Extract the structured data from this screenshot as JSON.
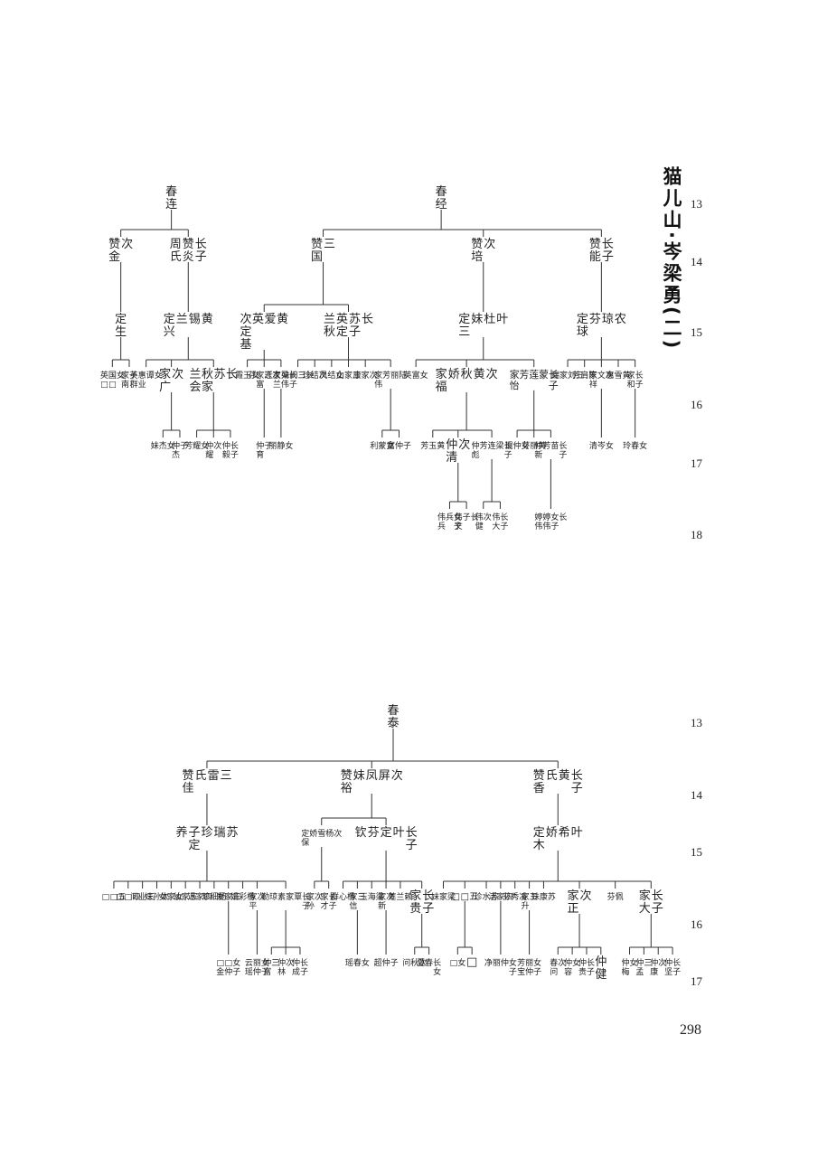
{
  "title": "猫儿山·岑梁勇(二)",
  "page_number": "298",
  "generations": {
    "top": [
      "13",
      "14",
      "15",
      "16",
      "17",
      "18"
    ],
    "bottom": [
      "13",
      "14",
      "15",
      "16",
      "17"
    ]
  },
  "tree_top": [
    {
      "label": "春连",
      "children": [
        {
          "label": "次 赞金",
          "children": [
            {
              "label": "定生",
              "children": [
                {
                  "label": "女 国□ 英□",
                  "children": []
                },
                {
                  "label": "子 家南",
                  "children": []
                }
              ]
            }
          ]
        },
        {
          "label": "长子 赞炎 周氏",
          "children": [
            {
              "label": "黄 锡 兰 定兴",
              "children": [
                {
                  "label": "女 谭 惠业 英群",
                  "children": []
                },
                {
                  "label": "次 家广",
                  "children": [
                    {
                      "label": "女 杰 妹",
                      "children": []
                    },
                    {
                      "label": "子 仲杰",
                      "children": []
                    }
                  ]
                },
                {
                  "label": "长 苏 秋家 兰会",
                  "children": [
                    {
                      "label": "女 耀 芳",
                      "children": []
                    },
                    {
                      "label": "次 仲耀",
                      "children": []
                    },
                    {
                      "label": "长子 仲毅",
                      "children": []
                    }
                  ]
                }
              ]
            }
          ]
        }
      ]
    },
    {
      "label": "春经",
      "children": [
        {
          "label": "三 赞国",
          "children": [
            {
              "label": "黄 爱 英 次定基",
              "children": [
                {
                  "label": "女 玉 霞",
                  "children": []
                },
                {
                  "label": "次 志 家富 芬",
                  "children": [
                    {
                      "label": "子 仲育",
                      "children": []
                    }
                  ]
                },
                {
                  "label": "长子 梁伟 家兰 迁",
                  "children": [
                    {
                      "label": "女 静 丽",
                      "children": []
                    }
                  ]
                }
              ]
            },
            {
              "label": "长 苏子 英定 兰秋",
              "children": [
                {
                  "label": "长 三 问 妹",
                  "children": []
                },
                {
                  "label": "次 结 珍",
                  "children": []
                },
                {
                  "label": "女 结 凤",
                  "children": []
                },
                {
                  "label": "三 家 山",
                  "children": []
                },
                {
                  "label": "次 家 康",
                  "children": []
                },
                {
                  "label": "陆 丽 芳 家伟",
                  "children": [
                    {
                      "label": "女 蒙 利",
                      "children": []
                    },
                    {
                      "label": "子 仲 富",
                      "children": []
                    }
                  ]
                }
              ]
            }
          ]
        },
        {
          "label": "次 赞培",
          "children": [
            {
              "label": "叶 杜 妹 定三",
              "children": [
                {
                  "label": "女 富 英",
                  "children": []
                },
                {
                  "label": "次 黄 秋 娇 家福",
                  "children": [
                    {
                      "label": "黄 玉 芳",
                      "children": []
                    },
                    {
                      "label": "次 仲清",
                      "children": [
                        {
                          "label": "女子 兵 伟兵",
                          "children": []
                        },
                        {
                          "label": "长 子 伟文",
                          "children": []
                        }
                      ]
                    },
                    {
                      "label": "长子 梁 连 芳 仲彪",
                      "children": [
                        {
                          "label": "次 伟健",
                          "children": []
                        },
                        {
                          "label": "长子 伟大",
                          "children": []
                        }
                      ]
                    }
                  ]
                },
                {
                  "label": "长子 蒙 莲 芳 家怡",
                  "children": [
                    {
                      "label": "女 仲 琨",
                      "children": []
                    },
                    {
                      "label": "黄 丽 芬",
                      "children": []
                    },
                    {
                      "label": "长子 苗 芳 仲新",
                      "children": [
                        {
                          "label": "长 女子 婷伟 婷伟",
                          "children": []
                        }
                      ]
                    }
                  ]
                }
              ]
            }
          ]
        },
        {
          "label": "长子 赞能",
          "children": [
            {
              "label": "农 琼 芬 定球",
              "children": [
                {
                  "label": "三 刘 家 端",
                  "children": []
                },
                {
                  "label": "陈 肩 芳",
                  "children": []
                },
                {
                  "label": "次 文 家祥",
                  "children": [
                    {
                      "label": "女 岑 清",
                      "children": []
                    }
                  ]
                },
                {
                  "label": "黄 雪 惠",
                  "children": []
                },
                {
                  "label": "长子 家和",
                  "children": [
                    {
                      "label": "女 春 玲",
                      "children": []
                    }
                  ]
                }
              ]
            }
          ]
        }
      ]
    }
  ],
  "tree_bottom": [
    {
      "label": "春泰",
      "children": [
        {
          "label": "三 雷 氏 赞佳",
          "children": [
            {
              "label": "苏 瑞 珍 子定 养",
              "children": [
                {
                  "label": "五 □ □",
                  "children": []
                },
                {
                  "label": "四 □ □",
                  "children": []
                },
                {
                  "label": "三 业 问",
                  "children": []
                },
                {
                  "label": "次 孙 妹",
                  "children": []
                },
                {
                  "label": "女 家 女",
                  "children": []
                },
                {
                  "label": "五 家 幼",
                  "children": []
                },
                {
                  "label": "四 家 迟",
                  "children": []
                },
                {
                  "label": "杨 细 珍",
                  "children": []
                },
                {
                  "label": "三 家 爱",
                  "children": [
                    {
                      "label": "女子 □仲 □金",
                      "children": []
                    }
                  ]
                },
                {
                  "label": "杨 彩 娟",
                  "children": []
                },
                {
                  "label": "次 家平",
                  "children": [
                    {
                      "label": "女子 丽仲 云瑶",
                      "children": []
                    }
                  ]
                },
                {
                  "label": "长子 覃 家 素 琼 勤",
                  "children": [
                    {
                      "label": "三 仲富",
                      "children": []
                    },
                    {
                      "label": "次 仲林",
                      "children": []
                    },
                    {
                      "label": "长子 仲成",
                      "children": []
                    }
                  ]
                }
              ]
            }
          ]
        },
        {
          "label": "次 屏 凤 妹 赞裕",
          "children": [
            {
              "label": "次 杨 雪 娇 定保",
              "children": [
                {
                  "label": "次 家孙",
                  "children": []
                },
                {
                  "label": "长子 家才",
                  "children": []
                }
              ]
            },
            {
              "label": "长子 叶 定 芬 钦",
              "children": [
                {
                  "label": "杨 心 群",
                  "children": []
                },
                {
                  "label": "三 家信",
                  "children": [
                    {
                      "label": "女 春 瑶",
                      "children": []
                    }
                  ]
                },
                {
                  "label": "梁 海 玉",
                  "children": []
                },
                {
                  "label": "次 家新",
                  "children": [
                    {
                      "label": "子 仲 超",
                      "children": []
                    }
                  ]
                },
                {
                  "label": "赖 兰 莲",
                  "children": []
                },
                {
                  "label": "长子 家贵",
                  "children": [
                    {
                      "label": "次 秋 问",
                      "children": []
                    },
                    {
                      "label": "长女 春 夏",
                      "children": []
                    }
                  ]
                }
              ]
            }
          ]
        },
        {
          "label": "长子 黄 氏 赞香",
          "children": [
            {
              "label": "叶 希 娇 定木",
              "children": [
                {
                  "label": "梁 家 妹",
                  "children": []
                },
                {
                  "label": "五 □ □",
                  "children": [
                    {
                      "label": "女 □",
                      "children": []
                    },
                    {
                      "label": "□",
                      "children": []
                    }
                  ]
                },
                {
                  "label": "苏 水 珍",
                  "children": []
                },
                {
                  "label": "四 家 活",
                  "children": [
                    {
                      "label": "女子 仲 丽 净",
                      "children": []
                    }
                  ]
                },
                {
                  "label": "凌 秀 芬",
                  "children": []
                },
                {
                  "label": "三 家升",
                  "children": [
                    {
                      "label": "女子 丽仲 芳宝",
                      "children": []
                    }
                  ]
                },
                {
                  "label": "苏 康 妹",
                  "children": []
                },
                {
                  "label": "次 家正",
                  "children": [
                    {
                      "label": "次 春问",
                      "children": []
                    },
                    {
                      "label": "女 仲容",
                      "children": []
                    },
                    {
                      "label": "长子 仲贵",
                      "children": []
                    },
                    {
                      "label": "仲健",
                      "children": []
                    }
                  ]
                },
                {
                  "label": "佩 芬",
                  "children": []
                },
                {
                  "label": "长子 家大",
                  "children": [
                    {
                      "label": "女 仲梅",
                      "children": []
                    },
                    {
                      "label": "三 仲孟",
                      "children": []
                    },
                    {
                      "label": "次 仲康",
                      "children": []
                    },
                    {
                      "label": "长子 仲坚",
                      "children": []
                    }
                  ]
                }
              ]
            }
          ]
        }
      ]
    }
  ]
}
